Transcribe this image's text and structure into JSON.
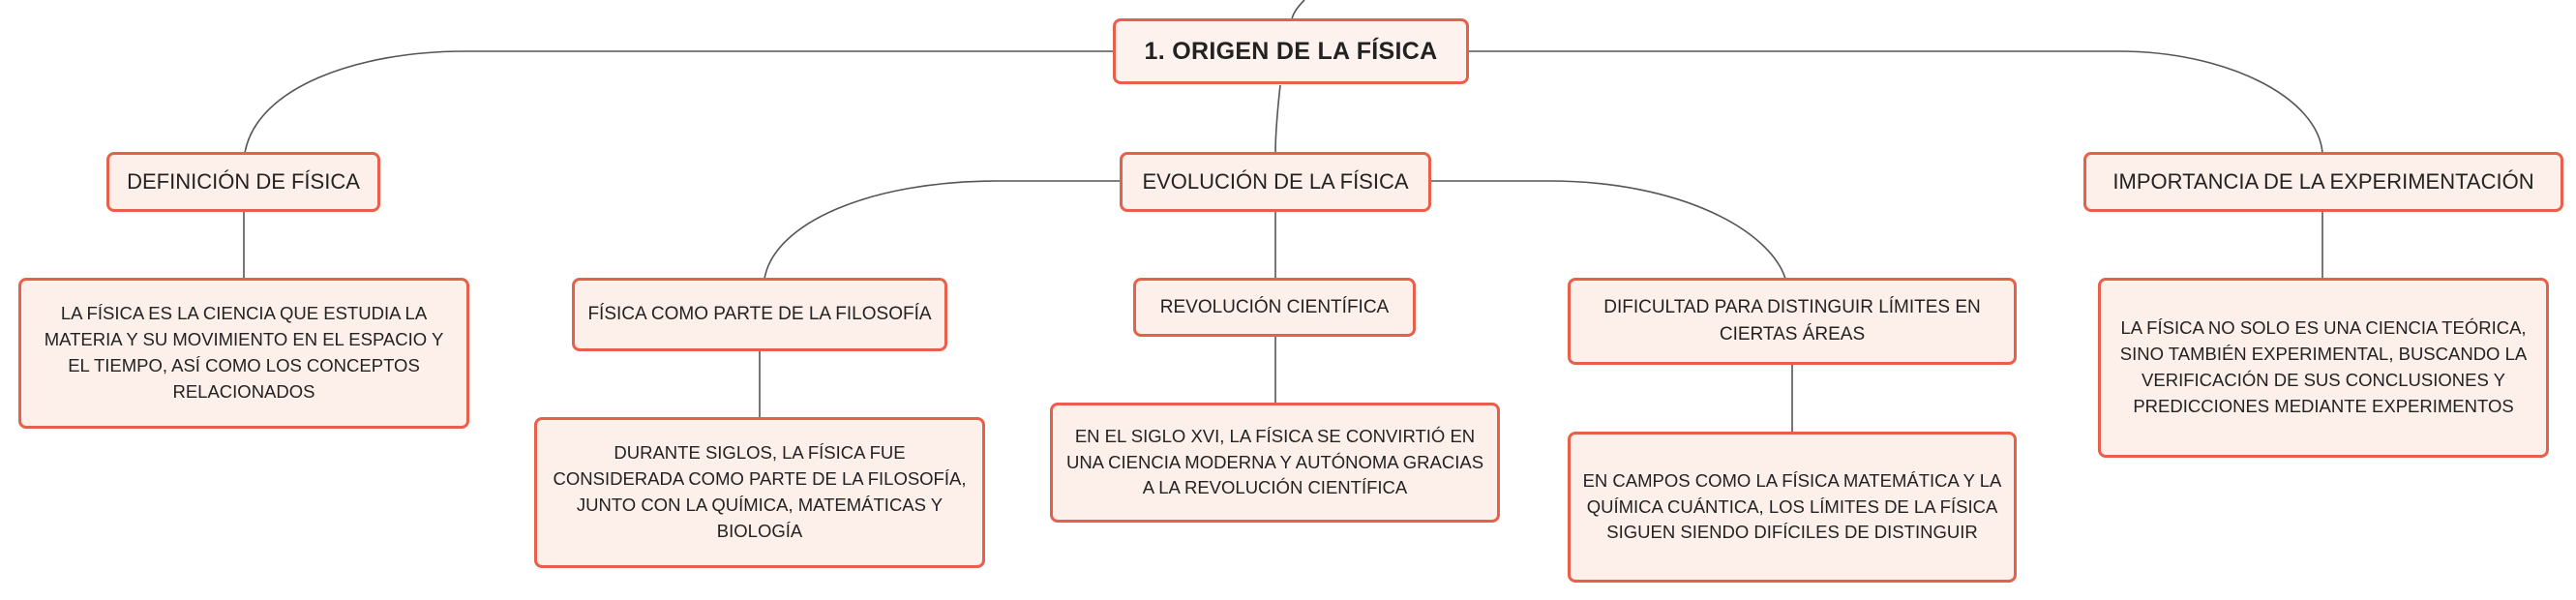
{
  "root": {
    "label": "1. ORIGEN DE LA FÍSICA"
  },
  "definicion": {
    "label": "DEFINICIÓN DE FÍSICA",
    "desc": "LA FÍSICA ES LA CIENCIA QUE ESTUDIA LA MATERIA Y SU MOVIMIENTO EN EL ESPACIO Y EL TIEMPO, ASÍ COMO LOS CONCEPTOS RELACIONADOS"
  },
  "evolucion": {
    "label": "EVOLUCIÓN DE LA FÍSICA",
    "children": [
      {
        "label": "FÍSICA COMO PARTE DE LA FILOSOFÍA",
        "desc": "DURANTE SIGLOS, LA FÍSICA FUE CONSIDERADA COMO PARTE DE LA FILOSOFÍA, JUNTO CON LA QUÍMICA, MATEMÁTICAS Y BIOLOGÍA"
      },
      {
        "label": "REVOLUCIÓN CIENTÍFICA",
        "desc": "EN EL SIGLO XVI, LA FÍSICA SE CONVIRTIÓ EN UNA CIENCIA MODERNA Y AUTÓNOMA GRACIAS A LA REVOLUCIÓN CIENTÍFICA"
      },
      {
        "label": "DIFICULTAD PARA DISTINGUIR LÍMITES EN CIERTAS ÁREAS",
        "desc": "EN CAMPOS COMO LA FÍSICA MATEMÁTICA Y LA QUÍMICA CUÁNTICA, LOS LÍMITES DE LA FÍSICA SIGUEN SIENDO DIFÍCILES DE DISTINGUIR"
      }
    ]
  },
  "importancia": {
    "label": "IMPORTANCIA DE LA EXPERIMENTACIÓN",
    "desc": "LA FÍSICA NO SOLO ES UNA CIENCIA TEÓRICA, SINO TAMBIÉN EXPERIMENTAL, BUSCANDO LA VERIFICACIÓN DE SUS CONCLUSIONES Y PREDICCIONES MEDIANTE EXPERIMENTOS"
  },
  "colors": {
    "node_border": "#e8604a",
    "node_fill": "#fdf0ea",
    "connector": "#555555",
    "text": "#222222"
  }
}
